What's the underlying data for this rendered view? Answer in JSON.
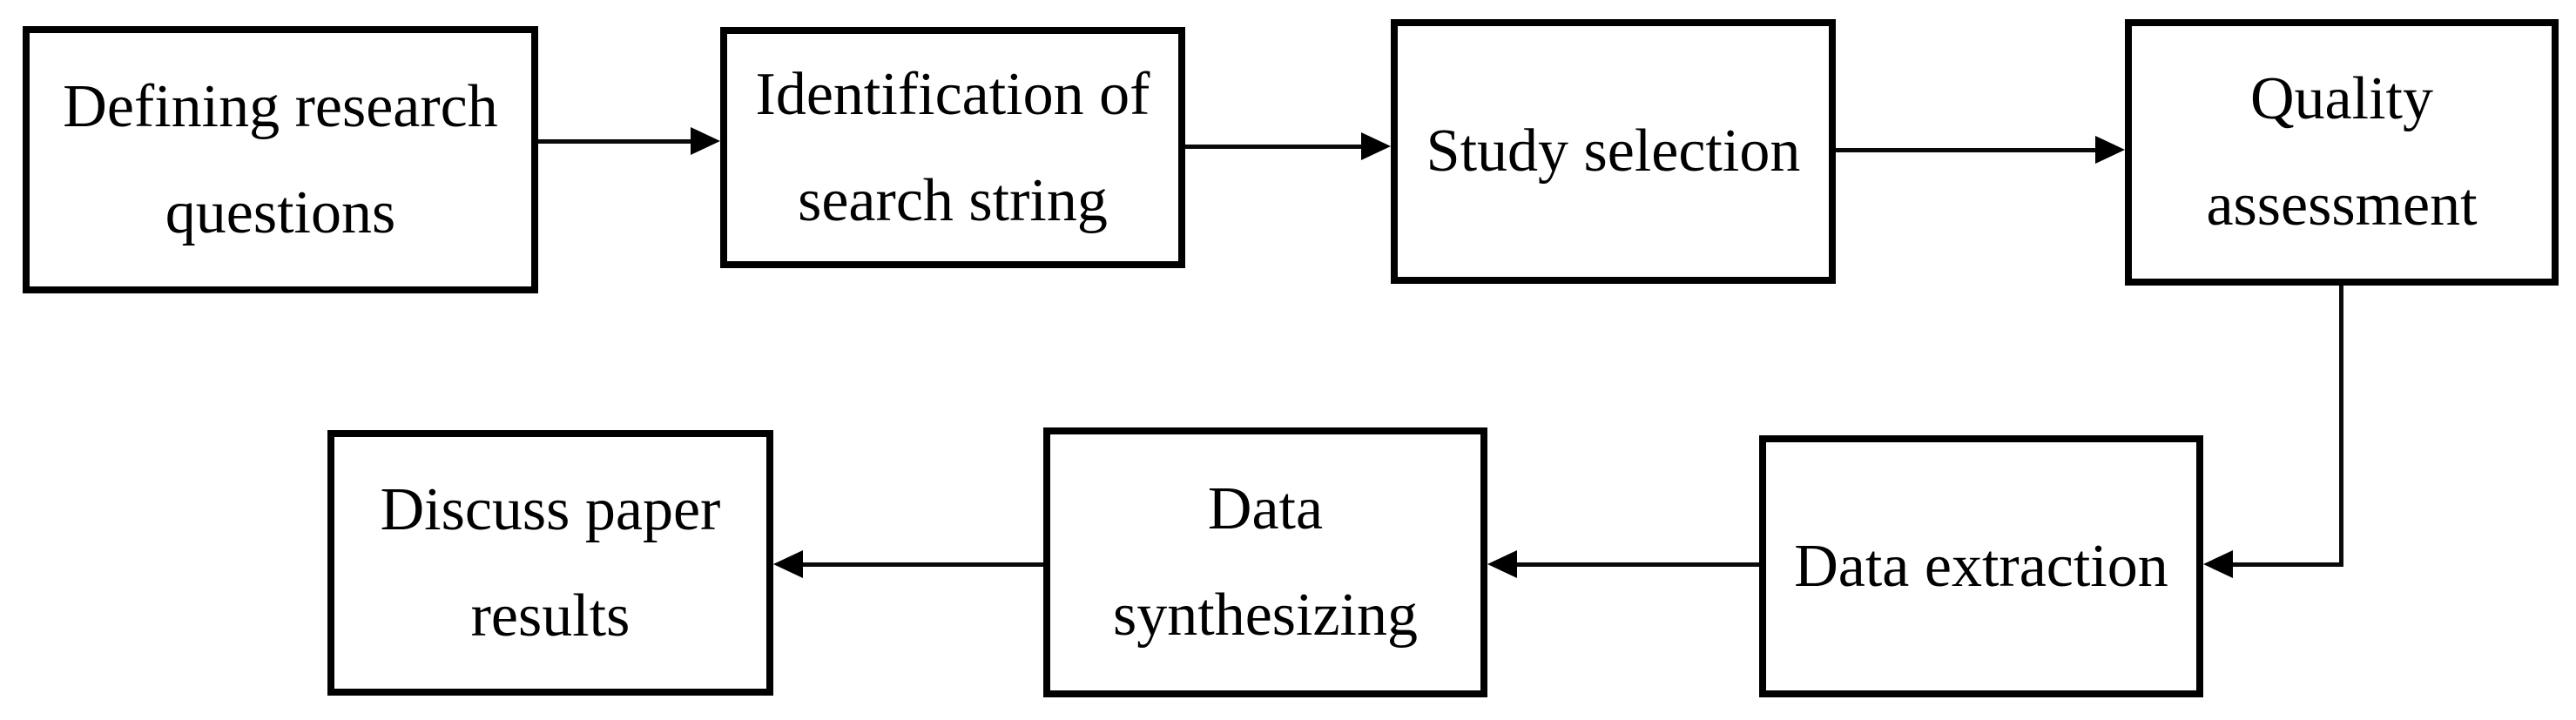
{
  "diagram": {
    "type": "flowchart",
    "background_color": "#ffffff",
    "stroke_color": "#000000",
    "text_color": "#000000",
    "nodes": [
      {
        "id": "defining-research-questions",
        "lines": [
          "Defining research",
          "questions"
        ]
      },
      {
        "id": "identification-of-search-string",
        "lines": [
          "Identification of",
          "search string"
        ]
      },
      {
        "id": "study-selection",
        "lines": [
          "Study selection"
        ]
      },
      {
        "id": "quality-assessment",
        "lines": [
          "Quality",
          "assessment"
        ]
      },
      {
        "id": "data-extraction",
        "lines": [
          "Data extraction"
        ]
      },
      {
        "id": "data-synthesizing",
        "lines": [
          "Data",
          "synthesizing"
        ]
      },
      {
        "id": "discuss-paper-results",
        "lines": [
          "Discuss paper",
          "results"
        ]
      }
    ],
    "edges": [
      {
        "from": "defining-research-questions",
        "to": "identification-of-search-string",
        "style": "straight-right"
      },
      {
        "from": "identification-of-search-string",
        "to": "study-selection",
        "style": "straight-right"
      },
      {
        "from": "study-selection",
        "to": "quality-assessment",
        "style": "straight-right"
      },
      {
        "from": "quality-assessment",
        "to": "data-extraction",
        "style": "elbow-down-left"
      },
      {
        "from": "data-extraction",
        "to": "data-synthesizing",
        "style": "straight-left"
      },
      {
        "from": "data-synthesizing",
        "to": "discuss-paper-results",
        "style": "straight-left"
      }
    ]
  }
}
